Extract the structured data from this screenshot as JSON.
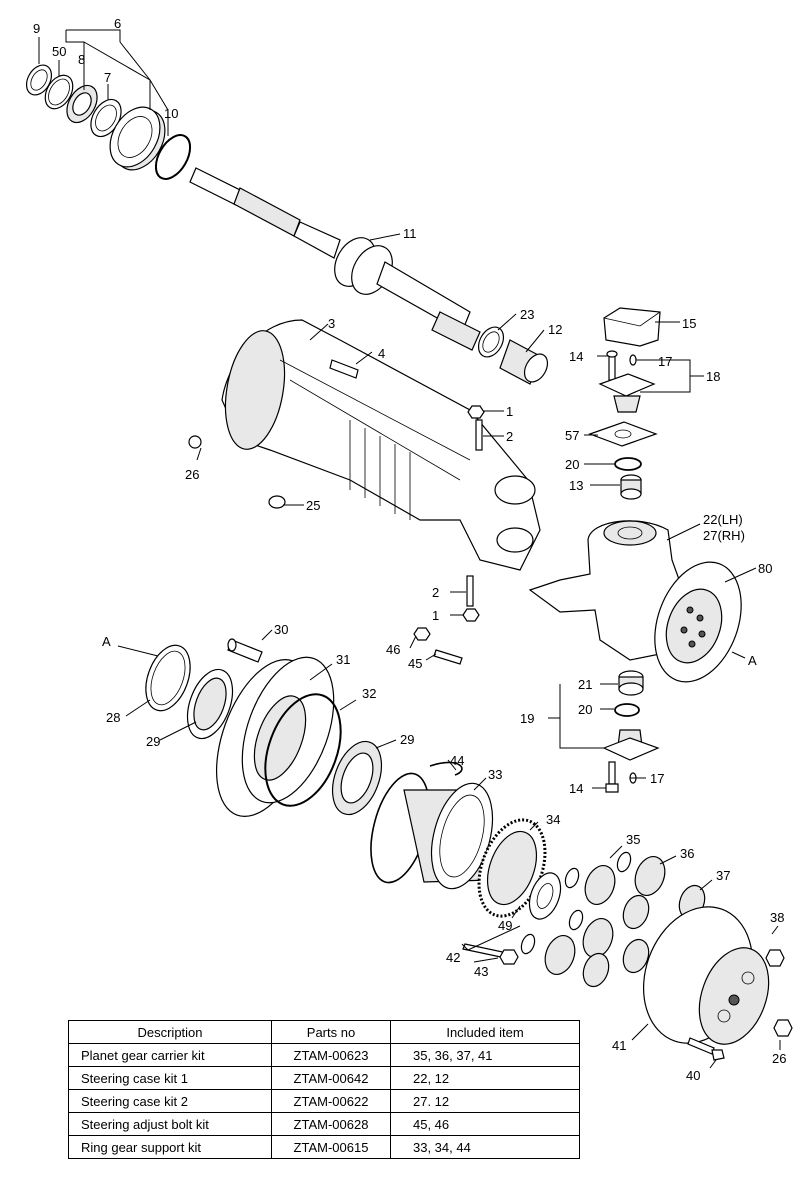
{
  "callouts": {
    "n1a": "1",
    "n1b": "1",
    "n2a": "2",
    "n2b": "2",
    "n3": "3",
    "n4": "4",
    "n6": "6",
    "n7": "7",
    "n8": "8",
    "n9": "9",
    "n10": "10",
    "n11": "11",
    "n12": "12",
    "n13": "13",
    "n14a": "14",
    "n14b": "14",
    "n15": "15",
    "n17a": "17",
    "n17b": "17",
    "n18": "18",
    "n19": "19",
    "n20a": "20",
    "n20b": "20",
    "n21": "21",
    "n22": "22(LH)",
    "n27": "27(RH)",
    "n23": "23",
    "n25": "25",
    "n26a": "26",
    "n26b": "26",
    "n28": "28",
    "n29a": "29",
    "n29b": "29",
    "n30": "30",
    "n31": "31",
    "n32": "32",
    "n33": "33",
    "n34": "34",
    "n35": "35",
    "n36": "36",
    "n37": "37",
    "n38": "38",
    "n40": "40",
    "n41": "41",
    "n42": "42",
    "n43": "43",
    "n44": "44",
    "n45": "45",
    "n46": "46",
    "n49": "49",
    "n50": "50",
    "n57": "57",
    "n80": "80",
    "refA1": "A",
    "refA2": "A"
  },
  "table": {
    "headers": [
      "Description",
      "Parts no",
      "Included item"
    ],
    "rows": [
      [
        "Planet gear carrier kit",
        "ZTAM-00623",
        "35, 36, 37, 41"
      ],
      [
        "Steering case kit 1",
        "ZTAM-00642",
        "22, 12"
      ],
      [
        "Steering case kit 2",
        "ZTAM-00622",
        "27. 12"
      ],
      [
        "Steering adjust bolt kit",
        "ZTAM-00628",
        "45, 46"
      ],
      [
        "Ring gear support kit",
        "ZTAM-00615",
        "33, 34, 44"
      ]
    ]
  }
}
